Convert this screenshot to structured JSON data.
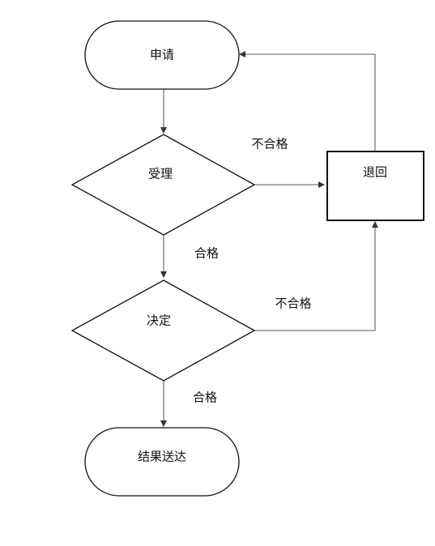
{
  "nodes": {
    "apply": "申请",
    "accept": "受理",
    "decide": "决定",
    "deliver": "结果送达",
    "return": "退回"
  },
  "edges": {
    "accept_fail": "不合格",
    "accept_pass": "合格",
    "decide_fail": "不合格",
    "decide_pass": "合格"
  }
}
